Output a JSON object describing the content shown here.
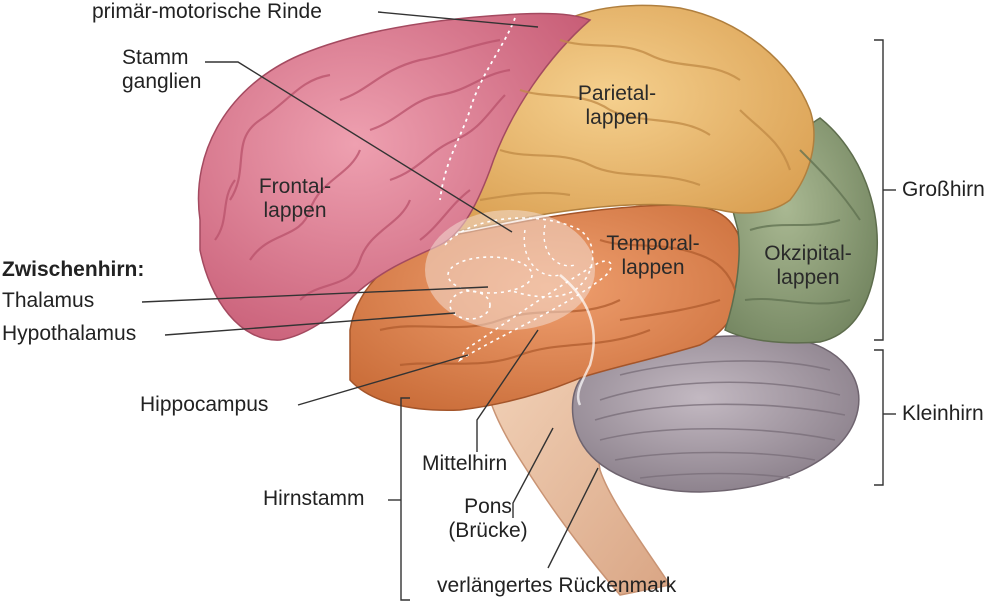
{
  "colors": {
    "frontal": "#d9778c",
    "parietal": "#e8b66a",
    "temporal": "#e08650",
    "occipital": "#8fa07a",
    "cerebellum": "#a79ca6",
    "brainstem": "#ecc3a4",
    "leader": "#333333"
  },
  "regions": {
    "frontal": {
      "line1": "Frontal-",
      "line2": "lappen"
    },
    "parietal": {
      "line1": "Parietal-",
      "line2": "lappen"
    },
    "temporal": {
      "line1": "Temporal-",
      "line2": "lappen"
    },
    "occipital": {
      "line1": "Okzipital-",
      "line2": "lappen"
    }
  },
  "labels": {
    "primary_motor_cortex": "primär-motorische Rinde",
    "basal_ganglia_line1": "Stamm",
    "basal_ganglia_line2": "ganglien",
    "diencephalon": "Zwischenhirn:",
    "thalamus": "Thalamus",
    "hypothalamus": "Hypothalamus",
    "hippocampus": "Hippocampus",
    "midbrain": "Mittelhirn",
    "brainstem": "Hirnstamm",
    "pons_line1": "Pons",
    "pons_line2": "(Brücke)",
    "medulla": "verlängertes Rückenmark",
    "cerebrum": "Großhirn",
    "cerebellum": "Kleinhirn"
  }
}
